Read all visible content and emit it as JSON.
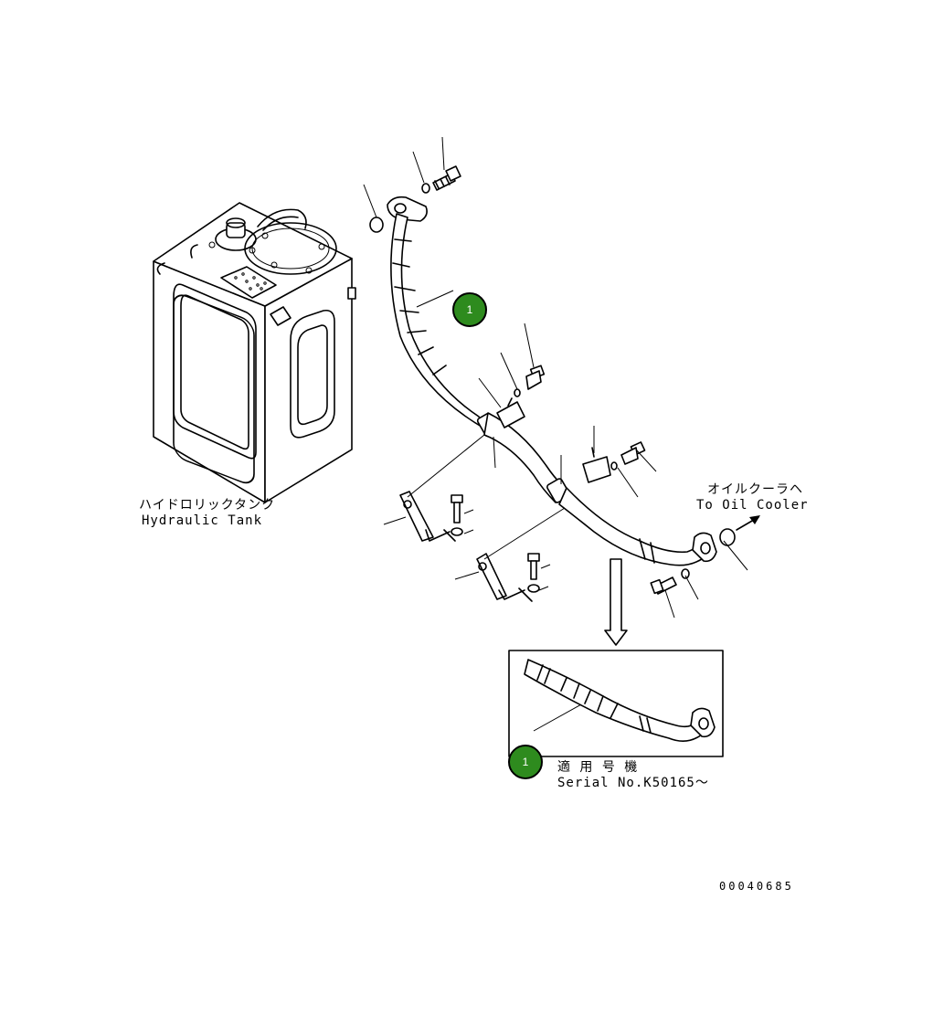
{
  "tank_label": {
    "jp": "ハイドロリックタンク",
    "en": "Hydraulic Tank"
  },
  "destination_label": {
    "jp": "オイルクーラヘ",
    "en": "To Oil Cooler"
  },
  "serial_label": {
    "jp": "適 用 号 機",
    "en": "Serial No.K50165～"
  },
  "callouts": [
    {
      "number": "1"
    },
    {
      "number": "1"
    }
  ],
  "drawing_number": "00040685",
  "colors": {
    "callout_fill": "#2e8b1e",
    "line": "#000000",
    "background": "#ffffff"
  }
}
